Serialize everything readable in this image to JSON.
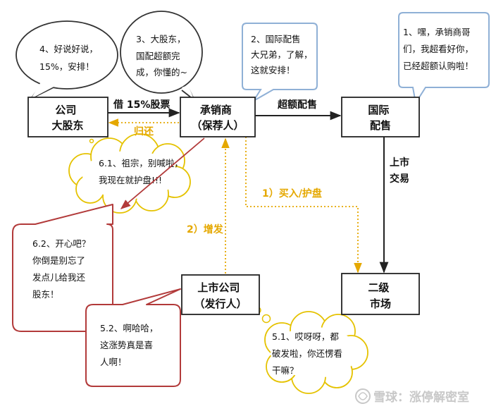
{
  "nodes": {
    "major_shareholder": {
      "lines": [
        "公司",
        "大股东"
      ]
    },
    "underwriter": {
      "lines": [
        "承销商",
        "（保荐人）"
      ]
    },
    "international_placement": {
      "lines": [
        "国际",
        "配售"
      ]
    },
    "secondary_market": {
      "lines": [
        "二级",
        "市场"
      ]
    },
    "listed_company": {
      "lines": [
        "上市公司",
        "（发行人）"
      ]
    }
  },
  "edges": {
    "borrow_shares": "借 15%股票",
    "return_shares": "归还",
    "over_allotment": "超额配售",
    "listing_trading": [
      "上市",
      "交易"
    ],
    "buy_support": "1）买入/护盘",
    "additional_issue": "2）增发"
  },
  "bubbles": {
    "b1": {
      "lines": [
        "1、嘿，承销商哥",
        "们，我超看好你，",
        "已经超额认购啦！"
      ],
      "color": "#8fb0d6"
    },
    "b2": {
      "lines": [
        "2、国际配售",
        "大兄弟，了解，",
        "这就安排！"
      ],
      "color": "#8fb0d6"
    },
    "b3": {
      "lines": [
        "3、大股东，",
        "国配超额完",
        "成，你懂的~"
      ],
      "color": "#333333"
    },
    "b4": {
      "lines": [
        "4、好说好说，",
        "15%，安排！"
      ],
      "color": "#333333"
    },
    "b61": {
      "lines": [
        "6.1、祖宗，别喊啦，",
        "我现在就护盘!!!"
      ],
      "color": "#e5c200"
    },
    "b62": {
      "lines": [
        "6.2、开心吧？",
        "你倒是别忘了",
        "发点儿给我还",
        "股东！"
      ],
      "color": "#b23a3a"
    },
    "b52": {
      "lines": [
        "5.2、啊哈哈，",
        "这涨势真是喜",
        "人啊！"
      ],
      "color": "#b23a3a"
    },
    "b51": {
      "lines": [
        "5.1、哎呀呀，都",
        "破发啦，你还愣看",
        "干嘛？"
      ],
      "color": "#e5c200"
    }
  },
  "watermark": "雪球：涨停解密室",
  "colors": {
    "dark": "#222222",
    "gold": "#e5a800",
    "blue_outline": "#8fb0d6",
    "red_outline": "#b23a3a",
    "yellow_outline": "#e5c200"
  }
}
